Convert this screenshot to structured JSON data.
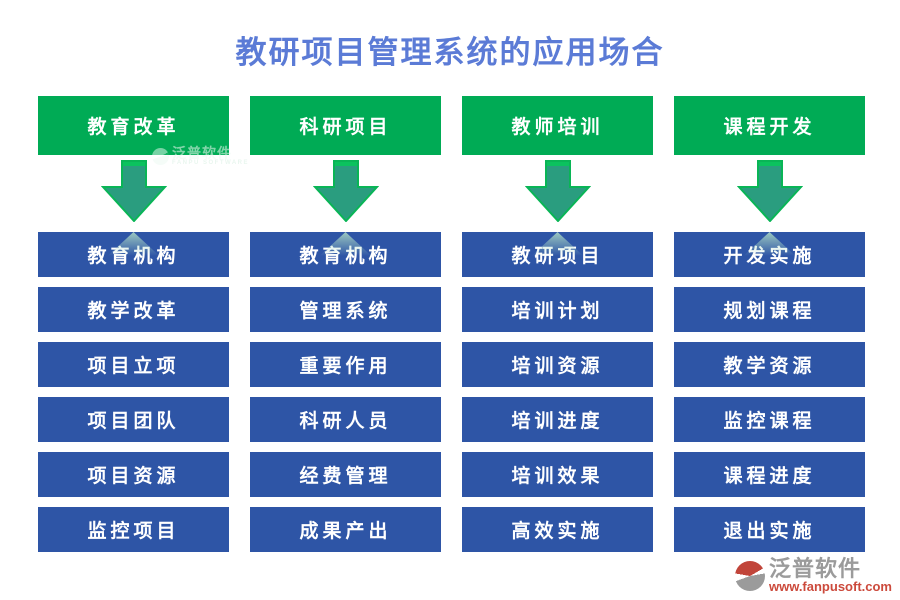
{
  "title": "教研项目管理系统的应用场合",
  "columns": [
    {
      "header": "教育改革",
      "items": [
        "教育机构",
        "教学改革",
        "项目立项",
        "项目团队",
        "项目资源",
        "监控项目"
      ]
    },
    {
      "header": "科研项目",
      "items": [
        "教育机构",
        "管理系统",
        "重要作用",
        "科研人员",
        "经费管理",
        "成果产出"
      ]
    },
    {
      "header": "教师培训",
      "items": [
        "教研项目",
        "培训计划",
        "培训资源",
        "培训进度",
        "培训效果",
        "高效实施"
      ]
    },
    {
      "header": "课程开发",
      "items": [
        "开发实施",
        "规划课程",
        "教学资源",
        "监控课程",
        "课程进度",
        "退出实施"
      ]
    }
  ],
  "watermark": {
    "brand": "泛普软件",
    "sub": "FANPU SOFTWARE"
  },
  "footer": {
    "brand": "泛普软件",
    "url": "www.fanpusoft.com"
  },
  "icons": {
    "arrow": "down-arrow-icon",
    "logo": "fanpu-logo-icon"
  },
  "colors": {
    "header_green": "#00ab55",
    "box_blue": "#2e55a6",
    "arrow_fill": "#2a9d7f",
    "arrow_stroke": "#09b556",
    "title_blue": "#5b7bd6",
    "logo_gray": "#9b9b9b",
    "logo_red": "#cc4a3c"
  }
}
